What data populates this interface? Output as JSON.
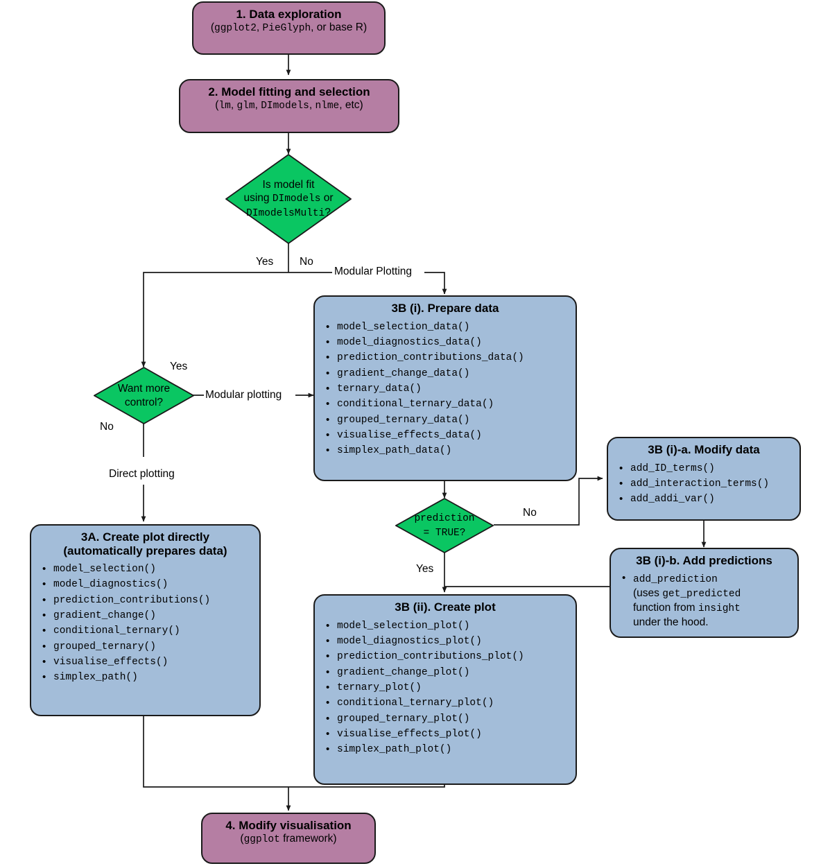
{
  "diagram": {
    "title": "DImodelsVis plotting workflow",
    "colors": {
      "purple_fill": "#b57ea3",
      "blue_fill": "#a3bdd9",
      "green_fill": "#0ac662",
      "stroke": "#1a1a1a"
    }
  },
  "nodes": {
    "step1": {
      "title": "1. Data exploration",
      "sub_open": "(",
      "sub_code1": "ggplot2",
      "sub_sep1": ", ",
      "sub_code2": "PieGlyph",
      "sub_tail": ", or base R)"
    },
    "step2": {
      "title": "2. Model fitting and selection",
      "sub_open": "(",
      "sub_code1": "lm",
      "sub_sep1": ", ",
      "sub_code2": "glm",
      "sub_sep2": ", ",
      "sub_code3": "DImodels",
      "sub_sep3": ", ",
      "sub_code4": "nlme",
      "sub_tail": ", etc)"
    },
    "decision1": {
      "line1": "Is model fit",
      "line2_pre": "using ",
      "line2_code": "DImodels",
      "line2_post": " or",
      "line3_code": "DImodelsMulti",
      "line3_post": "?"
    },
    "decision2": {
      "line1": "Want more",
      "line2": "control?"
    },
    "decision3": {
      "line1": "prediction",
      "line2": "= TRUE?"
    },
    "step3A": {
      "title_line1": "3A. Create plot directly",
      "title_line2": "(automatically prepares data)",
      "items": [
        "model_selection()",
        "model_diagnostics()",
        "prediction_contributions()",
        "gradient_change()",
        "conditional_ternary()",
        "grouped_ternary()",
        "visualise_effects()",
        "simplex_path()"
      ]
    },
    "step3Bi": {
      "title": "3B (i). Prepare data",
      "items": [
        "model_selection_data()",
        "model_diagnostics_data()",
        "prediction_contributions_data()",
        "gradient_change_data()",
        "ternary_data()",
        "conditional_ternary_data()",
        "grouped_ternary_data()",
        "visualise_effects_data()",
        "simplex_path_data()"
      ]
    },
    "step3Bia": {
      "title": "3B (i)-a. Modify data",
      "items": [
        "add_ID_terms()",
        "add_interaction_terms()",
        "add_addi_var()"
      ]
    },
    "step3Bib": {
      "title": "3B (i)-b. Add predictions",
      "item_line1_code": "add_prediction",
      "item_line2_pre": "(uses ",
      "item_line2_code": "get_predicted",
      "item_line3_pre": "function from ",
      "item_line3_code": "insight",
      "item_line4": "under the hood."
    },
    "step3Bii": {
      "title": "3B (ii). Create plot",
      "items": [
        "model_selection_plot()",
        "model_diagnostics_plot()",
        "prediction_contributions_plot()",
        "gradient_change_plot()",
        "ternary_plot()",
        "conditional_ternary_plot()",
        "grouped_ternary_plot()",
        "visualise_effects_plot()",
        "simplex_path_plot()"
      ]
    },
    "step4": {
      "title": "4. Modify visualisation",
      "sub_open": "(",
      "sub_code": "ggplot",
      "sub_tail": " framework)"
    }
  },
  "edge_labels": {
    "d1_yes": "Yes",
    "d1_no": "No",
    "modular_plotting_upper": "Modular Plotting",
    "d2_yes": "Yes",
    "d2_no": "No",
    "modular_plotting_lower": "Modular plotting",
    "direct_plotting": "Direct plotting",
    "d3_no": "No",
    "d3_yes": "Yes"
  }
}
